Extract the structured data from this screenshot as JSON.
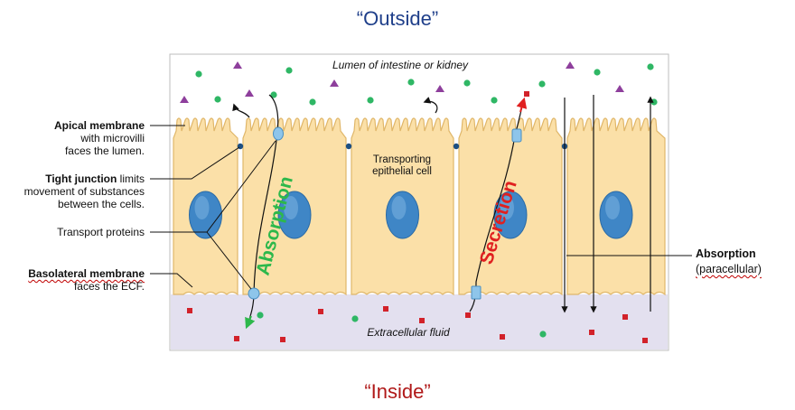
{
  "headings": {
    "outside": "“Outside”",
    "inside": "“Inside”"
  },
  "diagram": {
    "lumen_label": "Lumen of intestine or kidney",
    "ecf_label": "Extracellular fluid",
    "cell_label_line1": "Transporting",
    "cell_label_line2": "epithelial cell",
    "absorption_text": "Absorption",
    "secretion_text": "Secretion"
  },
  "labels": {
    "apical_bold": "Apical membrane",
    "apical_line2": "with microvilli",
    "apical_line3": "faces the lumen.",
    "tight_bold": "Tight junction",
    "tight_rest": " limits",
    "tight_line2": "movement of substances",
    "tight_line3": "between the cells.",
    "transport": "Transport proteins",
    "basolateral_bold": "Basolateral membrane",
    "basolateral_line2": "faces the ECF.",
    "para_bold": "Absorption",
    "para_line2": "(paracellular)"
  },
  "colors": {
    "cell_fill": "#fbe0a8",
    "cell_stroke": "#e0b76a",
    "nucleus": "#3f86c6",
    "ecf_bg": "#e3e0ef",
    "particle_green": "#2fb765",
    "particle_purple": "#8e3f9c",
    "particle_red": "#d2222a",
    "absorption_green": "#2db84b",
    "secretion_red": "#e02020",
    "junction": "#1c4f82",
    "transporter": "#8ec5ea"
  }
}
